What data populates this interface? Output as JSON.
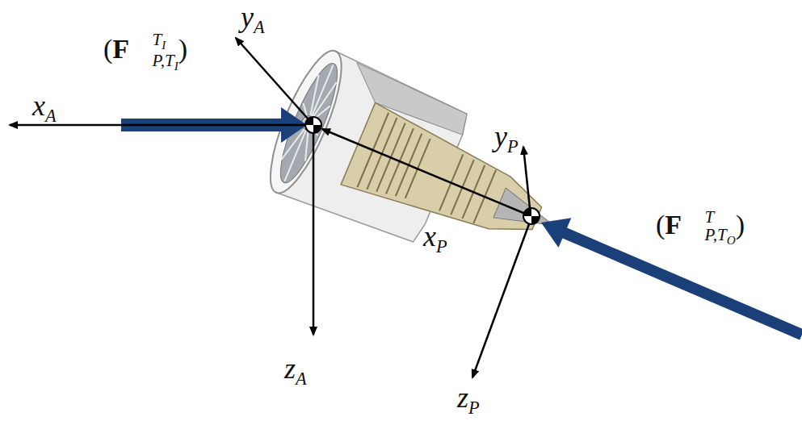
{
  "diagram": {
    "labels": [
      "(F⃗P,TITI)",
      "yA",
      "xA",
      "xP",
      "yP",
      "(F⃗P,TOT)",
      "zA",
      "zP"
    ]
  }
}
